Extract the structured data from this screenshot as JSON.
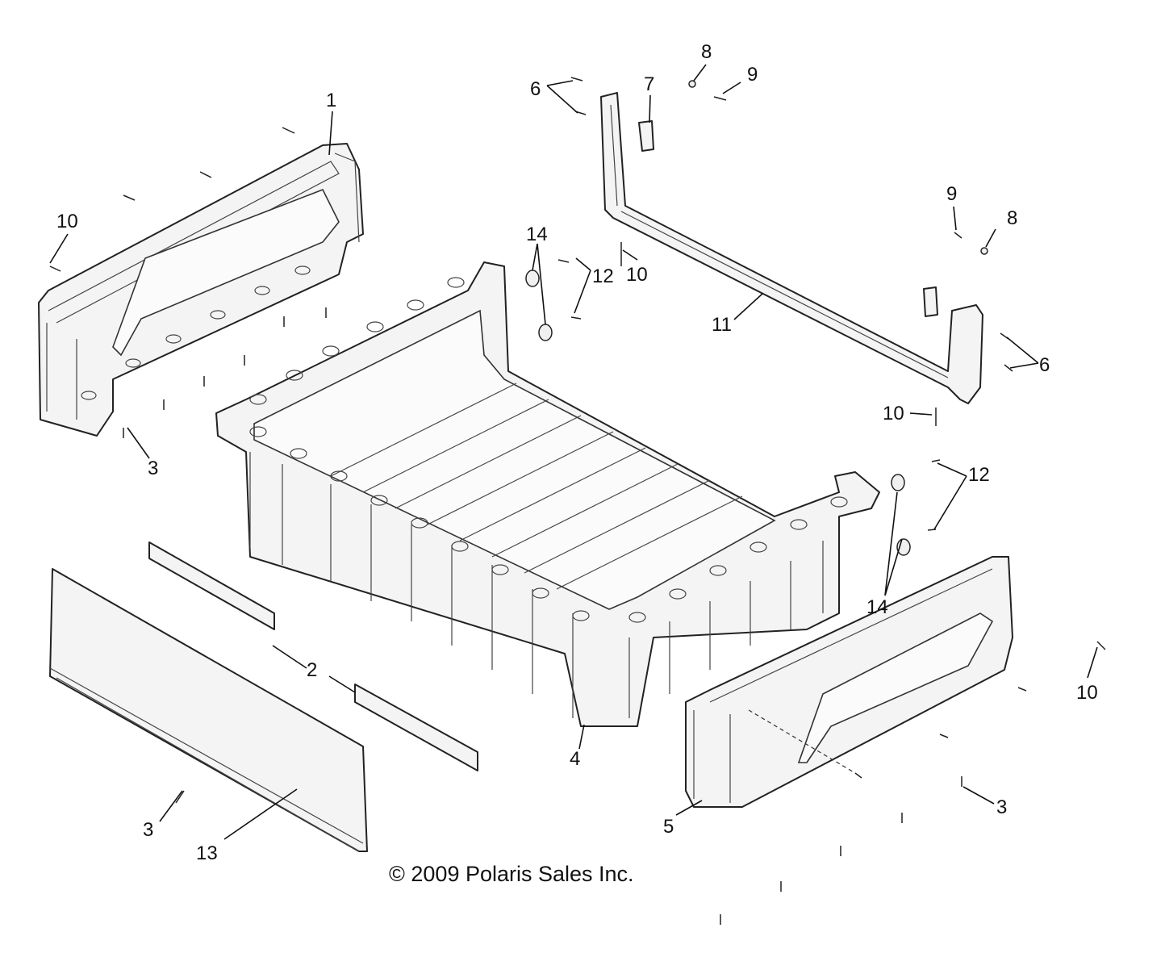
{
  "copyright": "© 2009 Polaris Sales Inc.",
  "callouts": {
    "c1": "1",
    "c2": "2",
    "c3a": "3",
    "c3b": "3",
    "c3c": "3",
    "c4": "4",
    "c5": "5",
    "c6a": "6",
    "c6b": "6",
    "c7": "7",
    "c8a": "8",
    "c8b": "8",
    "c9a": "9",
    "c9b": "9",
    "c10a": "10",
    "c10b": "10",
    "c10c": "10",
    "c10d": "10",
    "c11": "11",
    "c12a": "12",
    "c12b": "12",
    "c13": "13",
    "c14a": "14",
    "c14b": "14"
  }
}
